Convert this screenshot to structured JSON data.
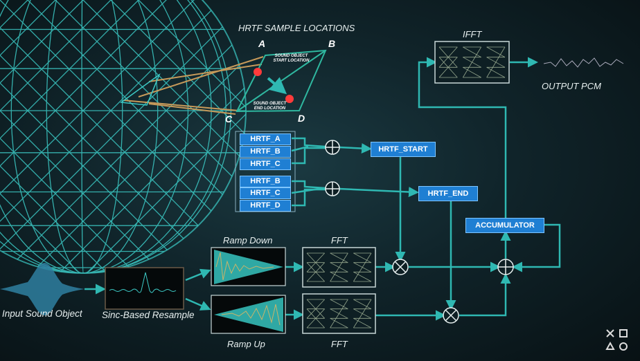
{
  "title": "HRTF SAMPLE LOCATIONS",
  "corners": {
    "a": "A",
    "b": "B",
    "c": "C",
    "d": "D"
  },
  "start_location": "SOUND OBJECT START LOCATION",
  "end_location": "SOUND OBJECT END LOCATION",
  "hrtf_group_1": [
    "HRTF_A",
    "HRTF_B",
    "HRTF_C"
  ],
  "hrtf_group_2": [
    "HRTF_B",
    "HRTF_C",
    "HRTF_D"
  ],
  "hrtf_start": "HRTF_START",
  "hrtf_end": "HRTF_END",
  "accumulator": "ACCUMULATOR",
  "ifft": "IFFT",
  "output": "OUTPUT  PCM",
  "ramp_down": "Ramp Down",
  "ramp_up": "Ramp Up",
  "fft_top": "FFT",
  "fft_bottom": "FFT",
  "input": "Input  Sound Object",
  "resample": "Sinc-Based Resample",
  "colors": {
    "teal": "#2fb8b2",
    "blue": "#1f7fd3",
    "accent_red": "#ff3b3b"
  }
}
